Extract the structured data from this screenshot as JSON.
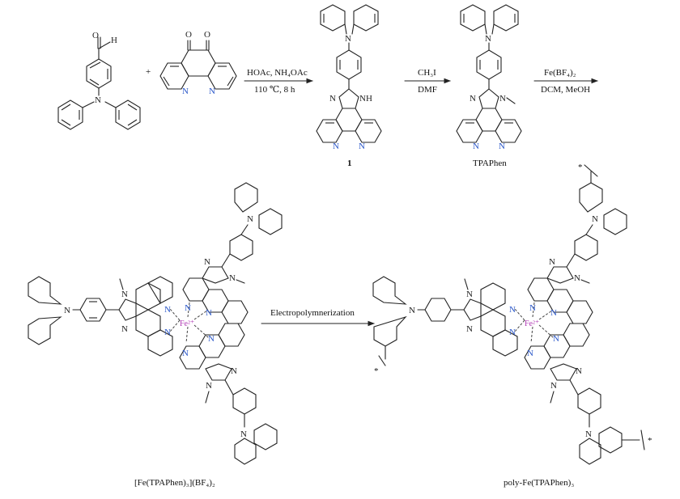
{
  "colors": {
    "pyridine_n": "#2a57c9",
    "iron": "#b13bb5",
    "bond": "#222222"
  },
  "reagents": {
    "ketone_oxygen": "O",
    "aldehyde_h": "H",
    "plus": "+"
  },
  "arrows": {
    "step1_top": "HOAc, NH₄OAc",
    "step1_bottom": "110 ℃, 8 h",
    "step2_top": "CH₃I",
    "step2_bottom": "DMF",
    "step3_top": "Fe(BF₄)₂",
    "step3_bottom": "DCM, MeOH",
    "step4_top": "Electropolymnerization"
  },
  "atoms": {
    "n": "N",
    "nh": "NH",
    "fe": "Fe²⁺",
    "star": "*"
  },
  "labels": {
    "compound1": "1",
    "tpaphen": "TPAPhen",
    "complex": "[Fe(TPAPhen)₃](BF₄)₂",
    "polymer": "poly-Fe(TPAPhen)₃"
  }
}
